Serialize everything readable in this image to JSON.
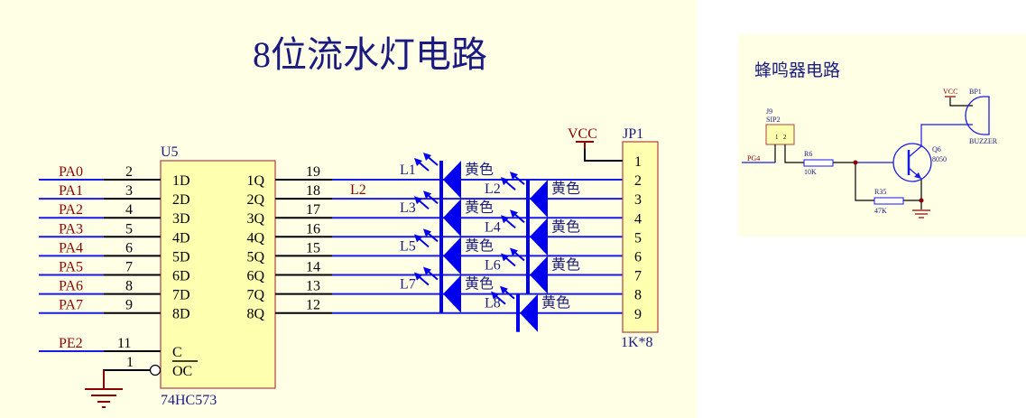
{
  "led_circuit": {
    "title": "8位流水灯电路",
    "chip": {
      "designator": "U5",
      "part": "74HC573",
      "inputs": [
        {
          "net": "PA0",
          "pin": "2",
          "name": "1D"
        },
        {
          "net": "PA1",
          "pin": "3",
          "name": "2D"
        },
        {
          "net": "PA2",
          "pin": "4",
          "name": "3D"
        },
        {
          "net": "PA3",
          "pin": "5",
          "name": "4D"
        },
        {
          "net": "PA4",
          "pin": "6",
          "name": "5D"
        },
        {
          "net": "PA5",
          "pin": "7",
          "name": "6D"
        },
        {
          "net": "PA6",
          "pin": "8",
          "name": "7D"
        },
        {
          "net": "PA7",
          "pin": "9",
          "name": "8D"
        }
      ],
      "outputs": [
        {
          "pin": "19",
          "name": "1Q"
        },
        {
          "pin": "18",
          "name": "2Q"
        },
        {
          "pin": "17",
          "name": "3Q"
        },
        {
          "pin": "16",
          "name": "4Q"
        },
        {
          "pin": "15",
          "name": "5Q"
        },
        {
          "pin": "14",
          "name": "6Q"
        },
        {
          "pin": "13",
          "name": "7Q"
        },
        {
          "pin": "12",
          "name": "8Q"
        }
      ],
      "latch": {
        "net": "PE2",
        "pin": "11",
        "name": "C"
      },
      "oe": {
        "pin": "1",
        "name": "OC"
      }
    },
    "net_label_l2": "L2",
    "leds": [
      {
        "name": "L1",
        "color": "黄色"
      },
      {
        "name": "L2",
        "color": "黄色"
      },
      {
        "name": "L3",
        "color": "黄色"
      },
      {
        "name": "L4",
        "color": "黄色"
      },
      {
        "name": "L5",
        "color": "黄色"
      },
      {
        "name": "L6",
        "color": "黄色"
      },
      {
        "name": "L7",
        "color": "黄色"
      },
      {
        "name": "L8",
        "color": "黄色"
      }
    ],
    "vcc": "VCC",
    "resistor_pack": {
      "designator": "JP1",
      "value": "1K*8",
      "pins": [
        "1",
        "2",
        "3",
        "4",
        "5",
        "6",
        "7",
        "8",
        "9"
      ]
    }
  },
  "buzzer_circuit": {
    "title": "蜂鸣器电路",
    "jumper": {
      "designator": "J9",
      "part": "SIP2",
      "pins": [
        "1",
        "2"
      ]
    },
    "input_net": "PG4",
    "r6": {
      "designator": "R6",
      "value": "10K"
    },
    "r35": {
      "designator": "R35",
      "value": "47K"
    },
    "transistor": {
      "designator": "Q6",
      "part": "8050"
    },
    "vcc": "VCC",
    "buzzer": {
      "designator": "BP1",
      "part": "BUZZER"
    }
  },
  "colors": {
    "panel": "#FFFFE6",
    "chip_fill": "#FFFFB0",
    "chip_border": "#B04040",
    "wire_blue": "#1A1AE6",
    "wire_black": "#000000",
    "net_red": "#8B0000",
    "label_navy": "#1A1A80",
    "led_blue": "#0000EE"
  }
}
